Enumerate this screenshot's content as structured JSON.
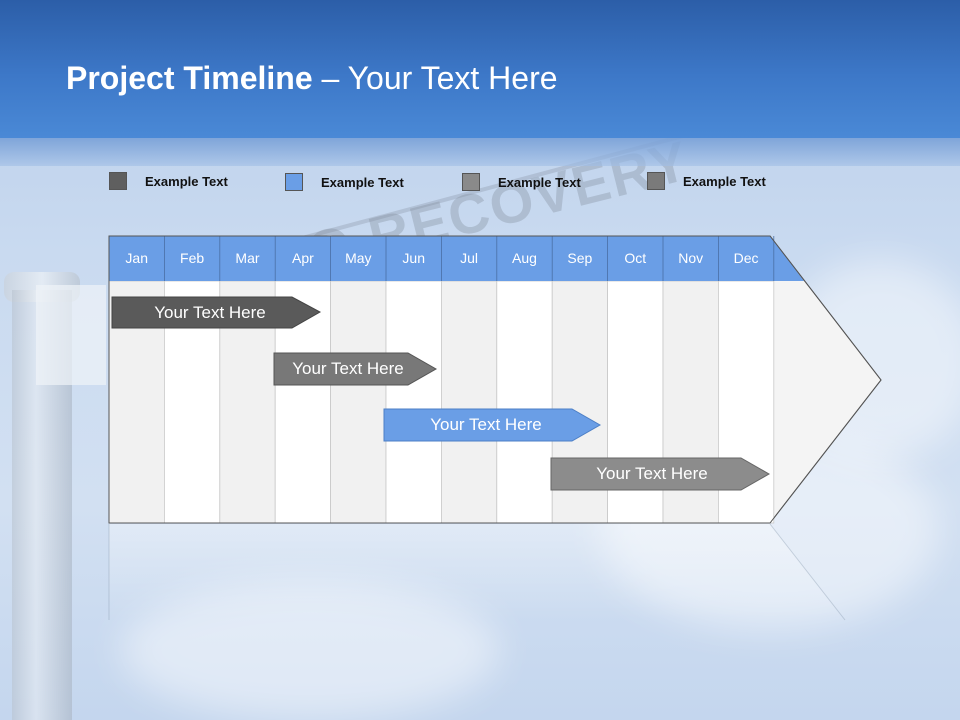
{
  "title": {
    "bold": "Project Timeline",
    "rest": " – Your Text Here"
  },
  "legend": [
    {
      "label": "Example Text",
      "color": "#5f5f5f"
    },
    {
      "label": "Example Text",
      "color": "#6a9ee6"
    },
    {
      "label": "Example Text",
      "color": "#8a8a8a"
    },
    {
      "label": "Example Text",
      "color": "#7a7a7a"
    }
  ],
  "months": [
    "Jan",
    "Feb",
    "Mar",
    "Apr",
    "May",
    "Jun",
    "Jul",
    "Aug",
    "Sep",
    "Oct",
    "Nov",
    "Dec"
  ],
  "tasks": [
    {
      "label": "Your  Text Here",
      "color": "#5a5a5a"
    },
    {
      "label": "Your  Text Here",
      "color": "#787878"
    },
    {
      "label": "Your  Text Here",
      "color": "#6a9ee6"
    },
    {
      "label": "Your  Text Here",
      "color": "#8c8c8c"
    }
  ],
  "colors": {
    "header_blue": "#3d78c8",
    "month_header": "#6a9ee6"
  },
  "background_watermark": "TO RECOVERY"
}
